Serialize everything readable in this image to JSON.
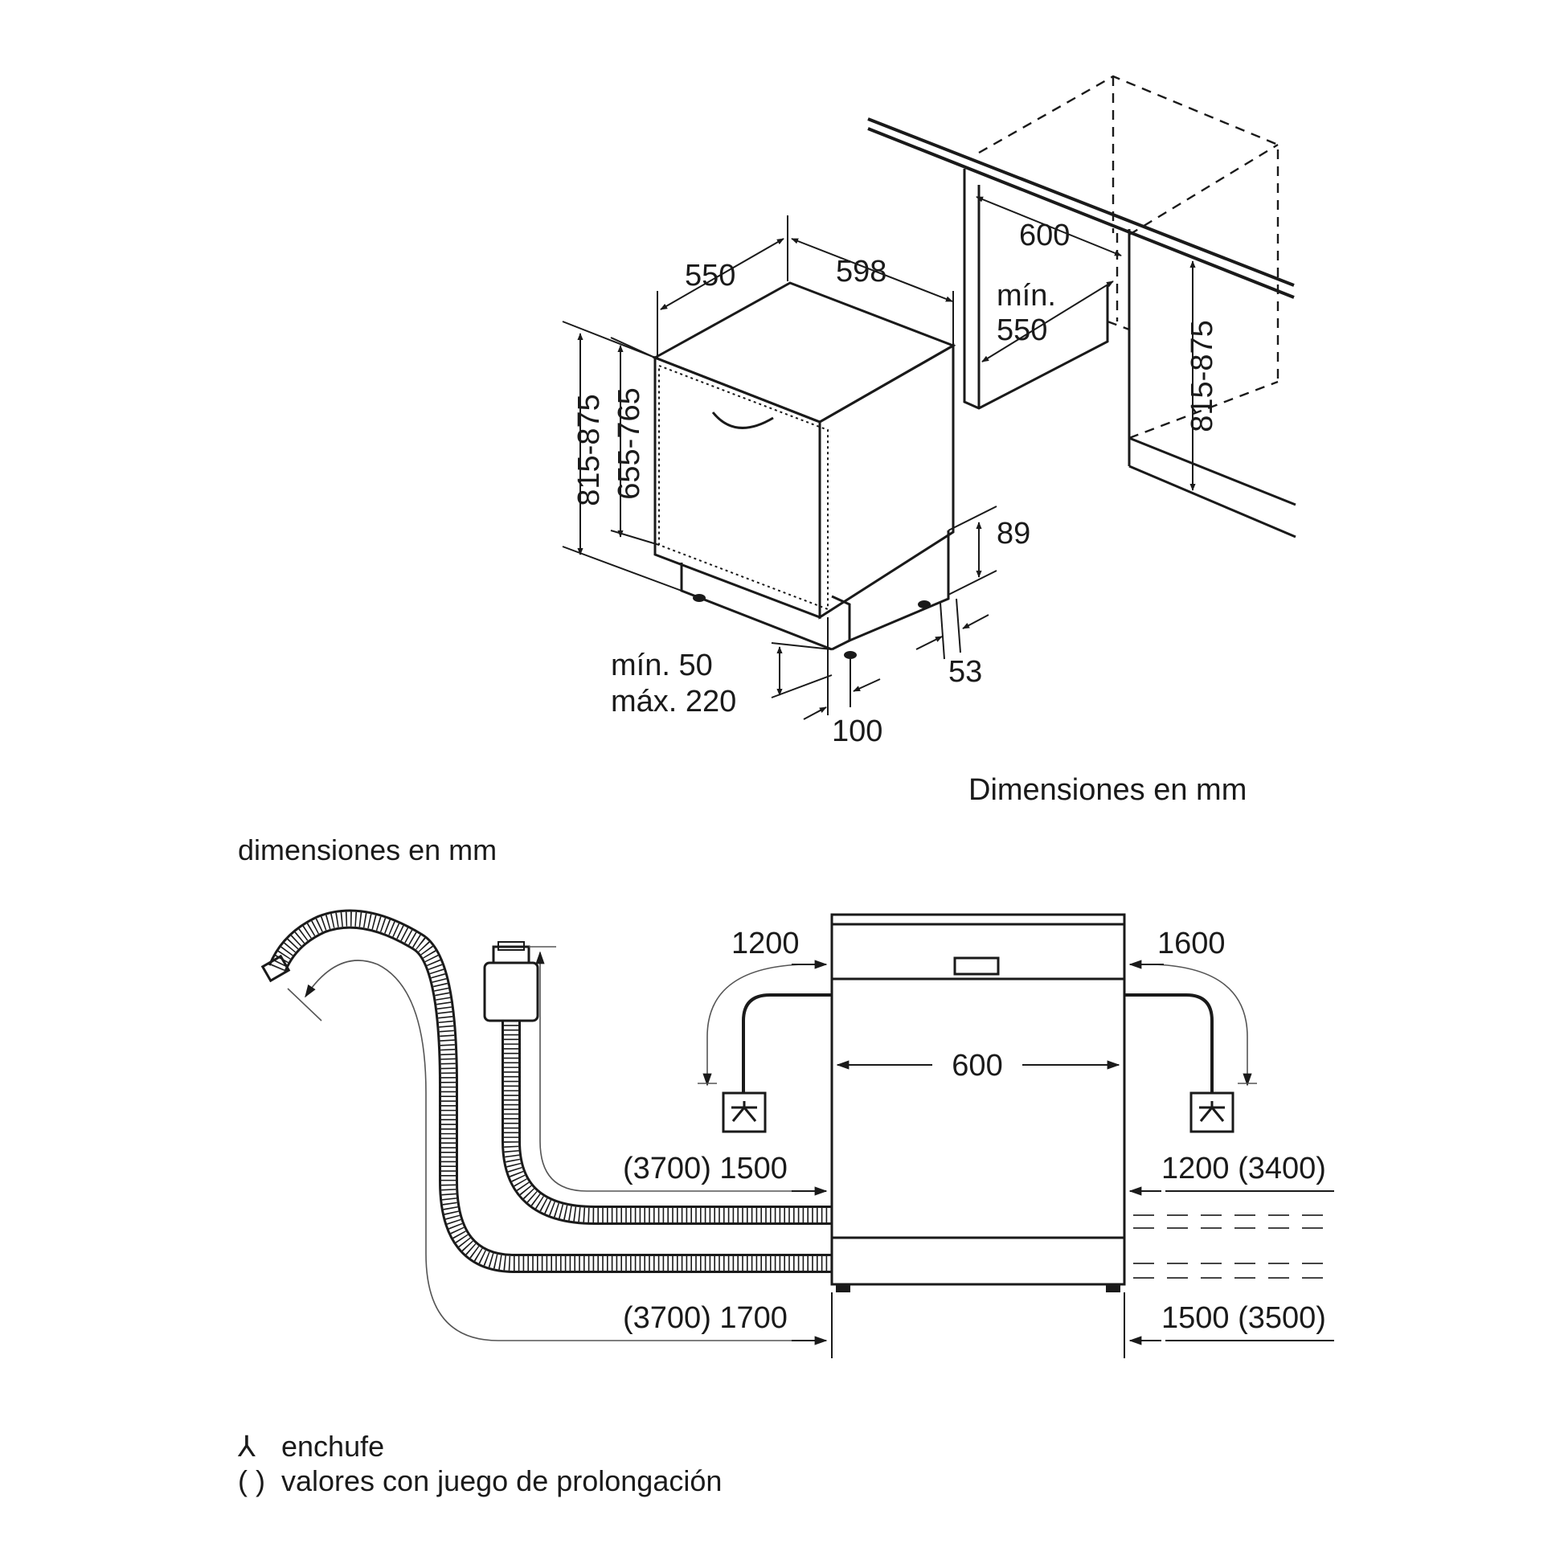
{
  "upper": {
    "dim_width": "598",
    "dim_depth": "550",
    "dim_height_range": "815-875",
    "dim_door_range": "655-765",
    "dim_plinth_height": "89",
    "dim_plinth_depth": "53",
    "dim_gap_label_1": "mín. 50",
    "dim_gap_label_2": "máx. 220",
    "dim_door_setback": "100",
    "niche_width": "600",
    "niche_depth_label_1": "mín.",
    "niche_depth_label_2": "550",
    "niche_height_range": "815-875",
    "units_caption": "Dimensiones en mm"
  },
  "lower": {
    "units_caption": "dimensiones en mm",
    "width": "600",
    "left_top_length": "1200",
    "right_top_length": "1600",
    "left_mid_length": "(3700) 1500",
    "right_mid_length": "1200 (3400)",
    "left_bottom_length": "(3700) 1700",
    "right_bottom_length": "1500 (3500)"
  },
  "legend": {
    "plug_symbol": "⅄",
    "plug_text": "enchufe",
    "paren_symbol": "( )",
    "paren_text": "valores con juego de prolongación"
  }
}
